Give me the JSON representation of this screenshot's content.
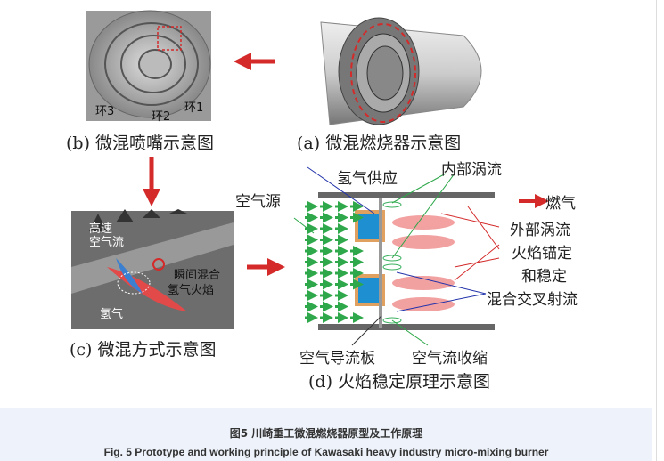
{
  "panels": {
    "a": {
      "caption": "(a) 微混燃烧器示意图"
    },
    "b": {
      "caption": "(b) 微混喷嘴示意图",
      "labels": [
        "环3",
        "环2",
        "环1"
      ]
    },
    "c": {
      "caption": "(c) 微混方式示意图",
      "labels": {
        "air": "高速\n空气流",
        "mix": "瞬间混合",
        "flame": "氢气火焰",
        "h2": "氢气"
      }
    },
    "d": {
      "caption": "(d) 火焰稳定原理示意图",
      "labels": {
        "air_source": "空气源",
        "h2_supply": "氢气供应",
        "inner_vortex": "内部涡流",
        "exhaust": "燃气",
        "outer_vortex": "外部涡流",
        "anchor1": "火焰锚定",
        "anchor2": "和稳定",
        "cross_jet": "混合交叉射流",
        "guide_plate": "空气导流板",
        "contraction": "空气流收缩"
      }
    }
  },
  "caption": {
    "zh": "图5 川崎重工微混燃烧器原型及工作原理",
    "en": "Fig. 5 Prototype and working principle of Kawasaki heavy industry micro-mixing burner"
  },
  "colors": {
    "arrow": "#d42a2a",
    "air": "#2ea84a",
    "h2": "#1e8fd0",
    "band": "#eef3fb"
  }
}
